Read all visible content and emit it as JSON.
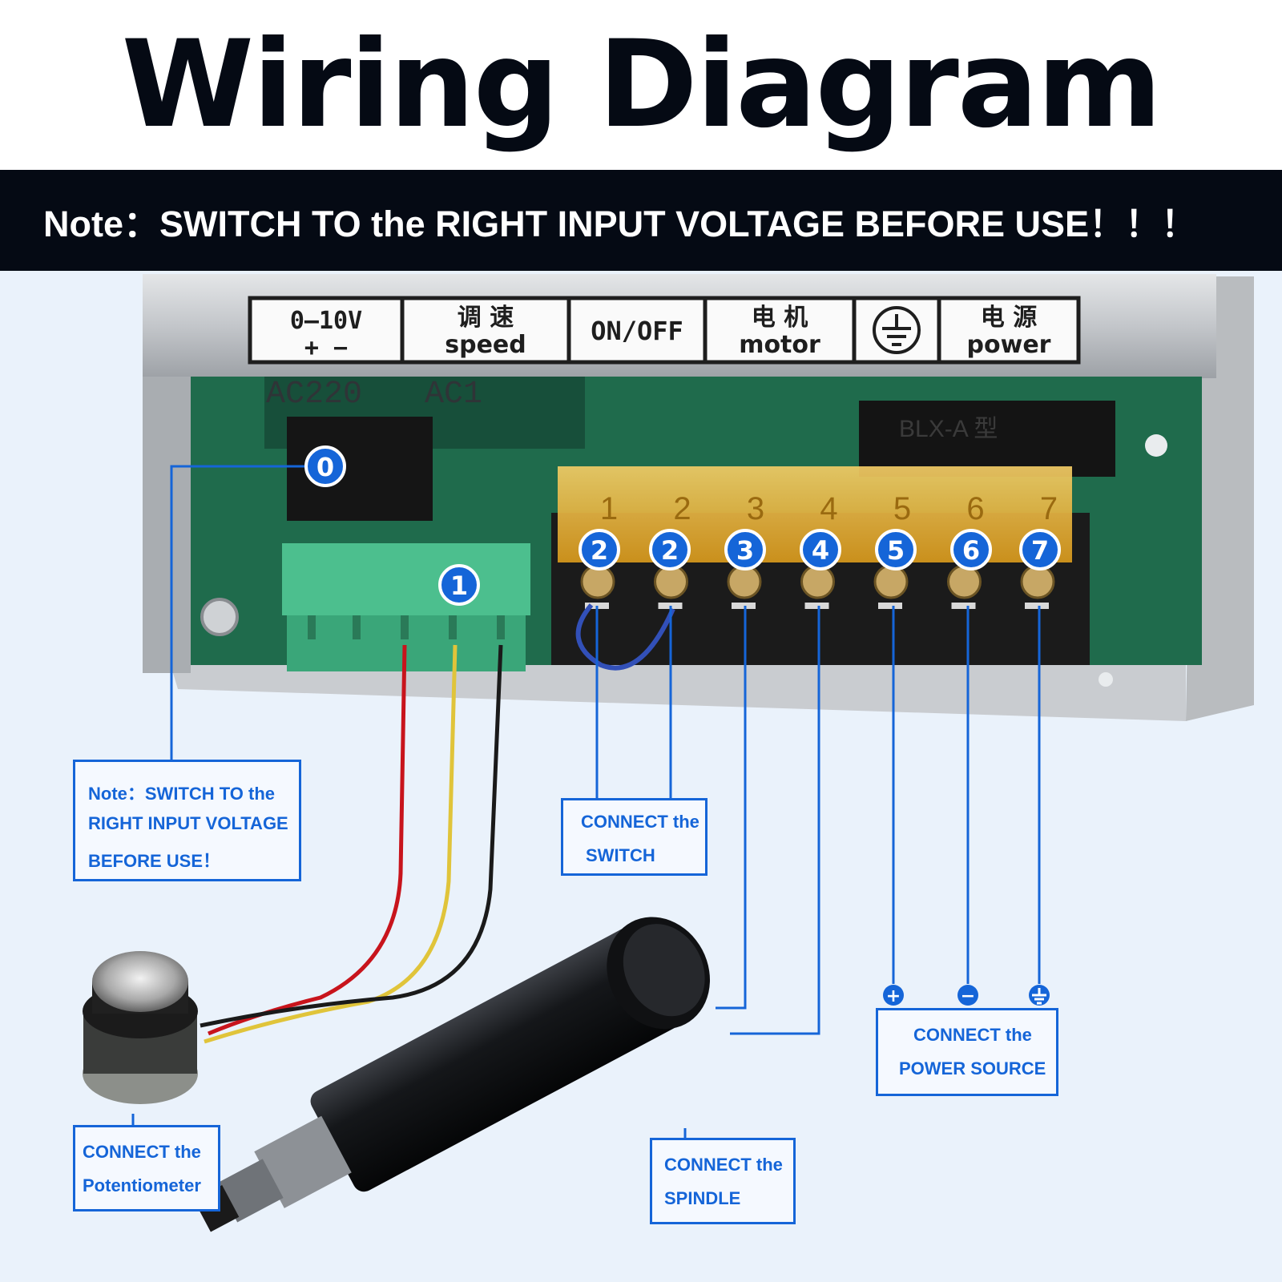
{
  "title": "Wiring Diagram",
  "note_bar": "Note：SWITCH TO the RIGHT INPUT VOLTAGE BEFORE USE！！！",
  "panel_labels": {
    "signal_top": "0–10V",
    "signal_bottom": "+ −",
    "speed_cn": "调 速",
    "speed_en": "speed",
    "onoff": "ON/OFF",
    "motor_cn": "电 机",
    "motor_en": "motor",
    "power_cn": "电 源",
    "power_en": "power"
  },
  "board_text": {
    "voltage_a": "AC220",
    "voltage_b": "AC1",
    "fuse": "BLX-A 型"
  },
  "terminal_numbers": [
    "1",
    "2",
    "3",
    "4",
    "5",
    "6",
    "7"
  ],
  "markers": {
    "m0": "0",
    "m1": "1",
    "m2a": "2",
    "m2b": "2",
    "m3": "3",
    "m4": "4",
    "m5": "5",
    "m6": "6",
    "m7": "7"
  },
  "power_symbols": {
    "plus": "+",
    "minus": "−"
  },
  "boxes": {
    "note": {
      "line1": "Note：SWITCH TO the",
      "line2": "RIGHT INPUT VOLTAGE",
      "line3": "BEFORE USE！"
    },
    "switch": {
      "line1": "CONNECT the",
      "line2": "SWITCH"
    },
    "power": {
      "line1": "CONNECT the",
      "line2": "POWER SOURCE"
    },
    "potentiometer": {
      "line1": "CONNECT the",
      "line2": "Potentiometer"
    },
    "spindle": {
      "line1": "CONNECT the",
      "line2": "SPINDLE"
    }
  },
  "colors": {
    "accent_blue": "#1565d8",
    "wire_red": "#c8141c",
    "wire_yellow": "#e0c43a",
    "wire_black": "#1a1a1a",
    "pcb_green": "#1f6b4c",
    "connector_green": "#4cbf8e",
    "terminal_cover": "#e8b33a"
  }
}
